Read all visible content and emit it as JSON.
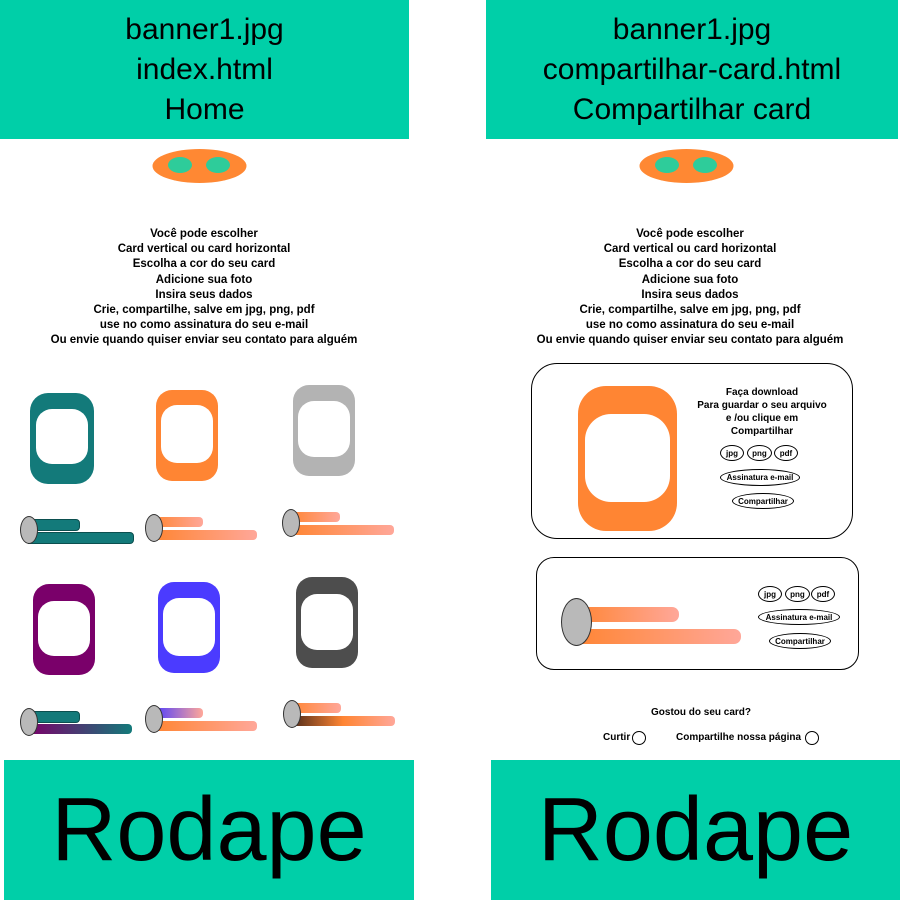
{
  "colors": {
    "banner": "#00CFA8",
    "logo": "#FF8833",
    "logo_eyes": "#2ECC9A",
    "teal": "#137A7A",
    "orange": "#FF8533",
    "gray": "#B3B3B3",
    "purple": "#7A006A",
    "blue": "#4B3BFF",
    "dark": "#4D4D4D",
    "salmon": "#FFA799"
  },
  "left": {
    "banner": {
      "line1": "banner1.jpg",
      "line2": "index.html",
      "line3": "Home"
    },
    "logo_icon": "logo-icon",
    "intro": [
      "Você pode escolher",
      "Card vertical ou card horizontal",
      "Escolha a cor do seu card",
      "Adicione sua foto",
      "Insira seus dados",
      "Crie, compartilhe, salve em jpg, png, pdf",
      "use no como assinatura do seu e-mail",
      "Ou envie quando quiser enviar seu contato para alguém"
    ],
    "footer": "Rodape"
  },
  "right": {
    "banner": {
      "line1": "banner1.jpg",
      "line2": "compartilhar-card.html",
      "line3": "Compartilhar card"
    },
    "logo_icon": "logo-icon",
    "intro": [
      "Você pode escolher",
      "Card vertical ou card horizontal",
      "Escolha a cor do seu card",
      "Adicione sua foto",
      "Insira seus dados",
      "Crie, compartilhe, salve em jpg, png, pdf",
      "use no como assinatura do seu e-mail",
      "Ou envie quando quiser enviar seu contato para alguém"
    ],
    "vertical_panel": {
      "text": [
        "Faça download",
        "Para guardar o seu arquivo",
        "e /ou clique em",
        "Compartilhar"
      ],
      "jpg": "jpg",
      "png": "png",
      "pdf": "pdf",
      "signature": "Assinatura e-mail",
      "share": "Compartilhar"
    },
    "horizontal_panel": {
      "jpg": "jpg",
      "png": "png",
      "pdf": "pdf",
      "signature": "Assinatura e-mail",
      "share": "Compartilhar"
    },
    "feedback": {
      "question": "Gostou do seu card?",
      "like": "Curtir",
      "share_page": "Compartilhe nossa página"
    },
    "footer": "Rodape"
  }
}
